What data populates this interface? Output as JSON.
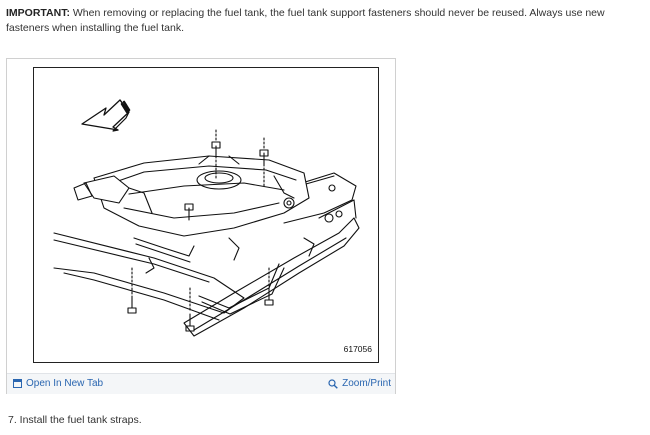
{
  "note": {
    "label": "IMPORTANT:",
    "text": " When removing or replacing the fuel tank, the fuel tank support fasteners should never be reused. Always use new fasteners when installing the fuel tank."
  },
  "figure": {
    "figure_id": "617056",
    "open_tab_label": "Open In New Tab",
    "zoom_label": "Zoom/Print"
  },
  "step": {
    "text": "7. Install the fuel tank straps."
  },
  "colors": {
    "link": "#2a66b0",
    "toolbar_bg": "#f4f6f8",
    "text": "#333333"
  }
}
